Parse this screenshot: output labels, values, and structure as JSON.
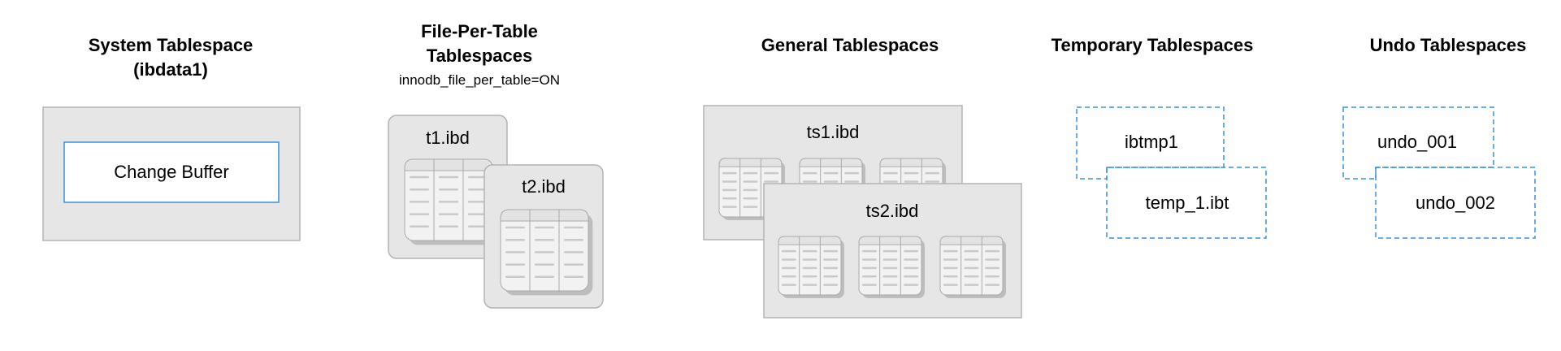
{
  "system": {
    "title_line1": "System Tablespace",
    "title_line2": "(ibdata1)",
    "inner_label": "Change Buffer"
  },
  "file_per_table": {
    "title_line1": "File-Per-Table",
    "title_line2": "Tablespaces",
    "subtitle": "innodb_file_per_table=ON",
    "files": [
      "t1.ibd",
      "t2.ibd"
    ]
  },
  "general": {
    "title": "General Tablespaces",
    "files": [
      "ts1.ibd",
      "ts2.ibd"
    ]
  },
  "temporary": {
    "title": "Temporary Tablespaces",
    "files": [
      "ibtmp1",
      "temp_1.ibt"
    ]
  },
  "undo": {
    "title": "Undo Tablespaces",
    "files": [
      "undo_001",
      "undo_002"
    ]
  },
  "colors": {
    "panel_fill": "#e6e6e6",
    "panel_stroke": "#b3b3b3",
    "blue": "#3a8fde",
    "table_body": "#f2f2f2",
    "table_header": "#e3e3e3",
    "table_shadow": "#bdbdbd",
    "row_line": "#c9c9c9"
  }
}
